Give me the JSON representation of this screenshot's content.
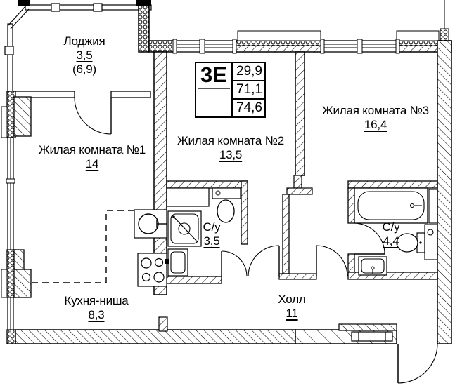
{
  "plan_table": {
    "type_label": "3Е",
    "values": [
      "29,9",
      "71,1",
      "74,6"
    ]
  },
  "rooms": [
    {
      "name": "Лоджия",
      "area": "3,5",
      "area_secondary": "(6,9)"
    },
    {
      "name": "Жилая комната №1",
      "area": "14"
    },
    {
      "name": "Жилая комната №2",
      "area": "13,5"
    },
    {
      "name": "Жилая комната №3",
      "area": "16,4"
    },
    {
      "name": "С/у",
      "area": "3,5"
    },
    {
      "name": "С/у",
      "area": "4,4"
    },
    {
      "name": "Кухня-ниша",
      "area": "8,3"
    },
    {
      "name": "Холл",
      "area": "11"
    }
  ],
  "colors": {
    "line": "#000000",
    "background": "#ffffff"
  }
}
